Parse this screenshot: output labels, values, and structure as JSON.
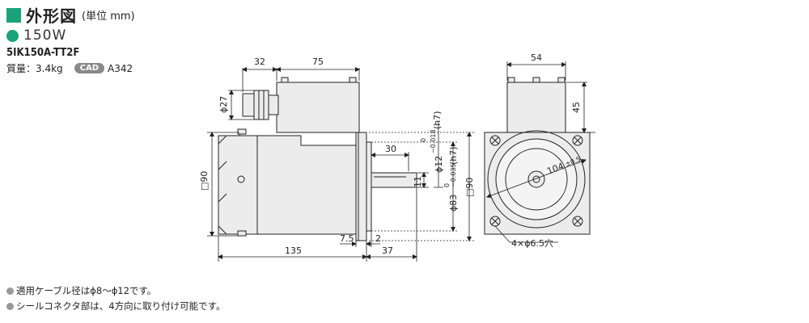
{
  "header": {
    "title": "外形図",
    "unit": "(単位 mm)",
    "accent_color": "#1aa37a"
  },
  "product": {
    "wattage": "150W",
    "model": "5IK150A-TT2F",
    "mass": "質量：3.4kg",
    "cad_label": "CAD",
    "cad_code": "A342"
  },
  "dimensions": {
    "d32": "32",
    "d75": "75",
    "d27": "ϕ27",
    "d90_left": "□90",
    "d30": "30",
    "d11": "11",
    "d12_h7": "ϕ12",
    "d12_tol_upper": "0",
    "d12_tol_lower": "−0.018",
    "d12_fit": "(h7)",
    "d83": "ϕ83",
    "d83_tol_upper": "0",
    "d83_tol_lower": "−0.035",
    "d83_fit": "(h7)",
    "d90_right": "□90",
    "d7_5": "7.5",
    "d2": "2",
    "d135": "135",
    "d37": "37",
    "d54": "54",
    "d45": "45",
    "d104": "104",
    "d104_tol": "±0.5",
    "d_holes": "4×ϕ6.5穴"
  },
  "notes": [
    "適用ケーブル径はϕ8～ϕ12です。",
    "シールコネクタ部は、4方向に取り付け可能です。"
  ]
}
